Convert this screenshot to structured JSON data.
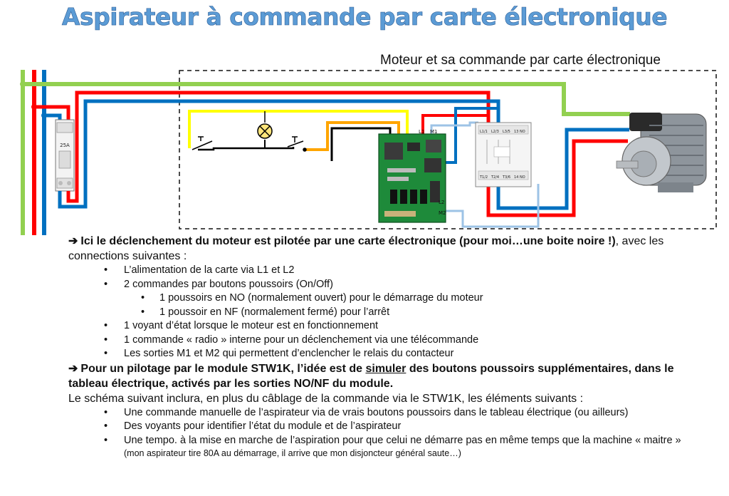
{
  "title": "Aspirateur à commande par carte électronique",
  "dashed_box_label": "Moteur et sa commande par carte électronique",
  "breaker_label": "25A",
  "board_terminals": [
    "L1",
    "L2",
    "M1",
    "M2"
  ],
  "contactor_labels": [
    "13 NO",
    "14 NO",
    "L1/1",
    "L2/3",
    "L3/5",
    "T1/2",
    "T2/4",
    "T3/6"
  ],
  "colors": {
    "title": "#5b9bd5",
    "wire_green": "#92d050",
    "wire_red": "#ff0000",
    "wire_blue": "#0070c0",
    "wire_yellow": "#ffff00",
    "wire_orange": "#ffa500",
    "wire_black": "#000000",
    "wire_lightblue": "#9dc3e6",
    "board_green": "#1e8a3a"
  },
  "text": {
    "p1_strong": "Ici le déclenchement du moteur est pilotée par une carte électronique (pour moi…une boite noire !)",
    "p1_rest": ", avec les connections suivantes :",
    "list1": [
      {
        "level": 1,
        "text": "L’alimentation de la carte via L1 et L2"
      },
      {
        "level": 1,
        "text": "2 commandes par boutons poussoirs (On/Off)"
      },
      {
        "level": 2,
        "text": "1 poussoirs en NO (normalement ouvert) pour le démarrage du moteur"
      },
      {
        "level": 2,
        "text": "1 poussoir en NF (normalement fermé) pour l’arrêt"
      },
      {
        "level": 1,
        "text": "1 voyant d’état lorsque le moteur est en fonctionnement"
      },
      {
        "level": 1,
        "text": "1 commande « radio » interne pour un déclenchement via une télécommande"
      },
      {
        "level": 1,
        "text": "Les sorties M1 et M2 qui permettent d’enclencher le relais du contacteur"
      }
    ],
    "p2_a": "Pour un pilotage par le module STW1K, l’idée est de ",
    "p2_u": "simuler",
    "p2_b": " des boutons poussoirs supplémentaires, dans le tableau électrique, activés par les sorties NO/NF du module.",
    "p3": "Le schéma suivant inclura, en plus du câblage de la commande via le STW1K, les éléments suivants  :",
    "list2": [
      "Une commande manuelle de l’aspirateur via de vrais boutons poussoirs dans le tableau électrique (ou ailleurs)",
      "Des voyants pour identifier l’état du module et de l’aspirateur",
      "Une tempo. à la mise en marche de l’aspiration pour que celui ne démarre pas en même temps que la machine « maitre »"
    ],
    "note": "(mon aspirateur tire 80A au démarrage, il arrive que mon disjoncteur général saute…)"
  }
}
